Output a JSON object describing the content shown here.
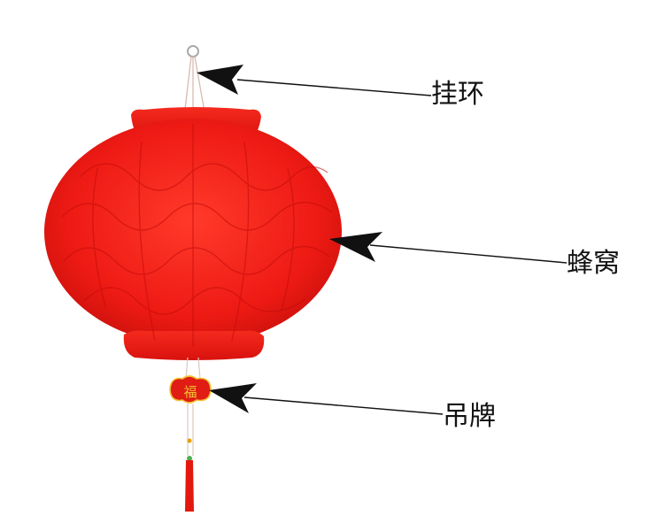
{
  "labels": {
    "ring": "挂环",
    "honeycomb": "蜂窝",
    "tag": "吊牌"
  },
  "tag_character": "福",
  "icons": [
    "hanging-ring-icon",
    "lantern-icon",
    "fu-tag-icon",
    "tassel-icon",
    "arrow-icon"
  ],
  "colors": {
    "lantern_red": "#f01818",
    "lantern_dark": "#c40a0a",
    "tag_gold": "#f2c232",
    "string": "#d9c9c0",
    "arrow": "#111111"
  }
}
